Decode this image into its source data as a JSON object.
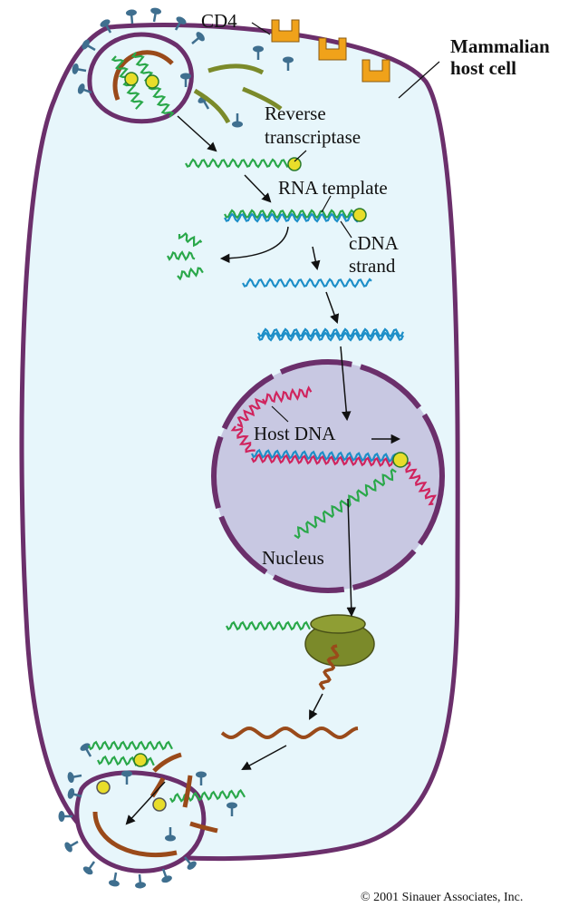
{
  "labels": {
    "cd4": "CD4",
    "host_cell_line1": "Mammalian",
    "host_cell_line2": "host cell",
    "rt_line1": "Reverse",
    "rt_line2": "transcriptase",
    "rna_template": "RNA template",
    "cdna_line1": "cDNA",
    "cdna_line2": "strand",
    "host_dna": "Host DNA",
    "nucleus": "Nucleus"
  },
  "copyright": "© 2001 Sinauer Associates, Inc.",
  "colors": {
    "membrane": "#6b2f6b",
    "cytoplasm": "#e7f6fb",
    "nucleus_fill": "#c8c8e2",
    "viral_rna": "#2aa84a",
    "cdna": "#1e8fc8",
    "host_dna": "#d0245e",
    "capsid": "#9a4a1a",
    "cd4_receptor": "#f0a21a",
    "ribosome": "#7b8a2a",
    "enzyme": "#e8dd2a",
    "glycoprotein": "#3f6f8f"
  }
}
